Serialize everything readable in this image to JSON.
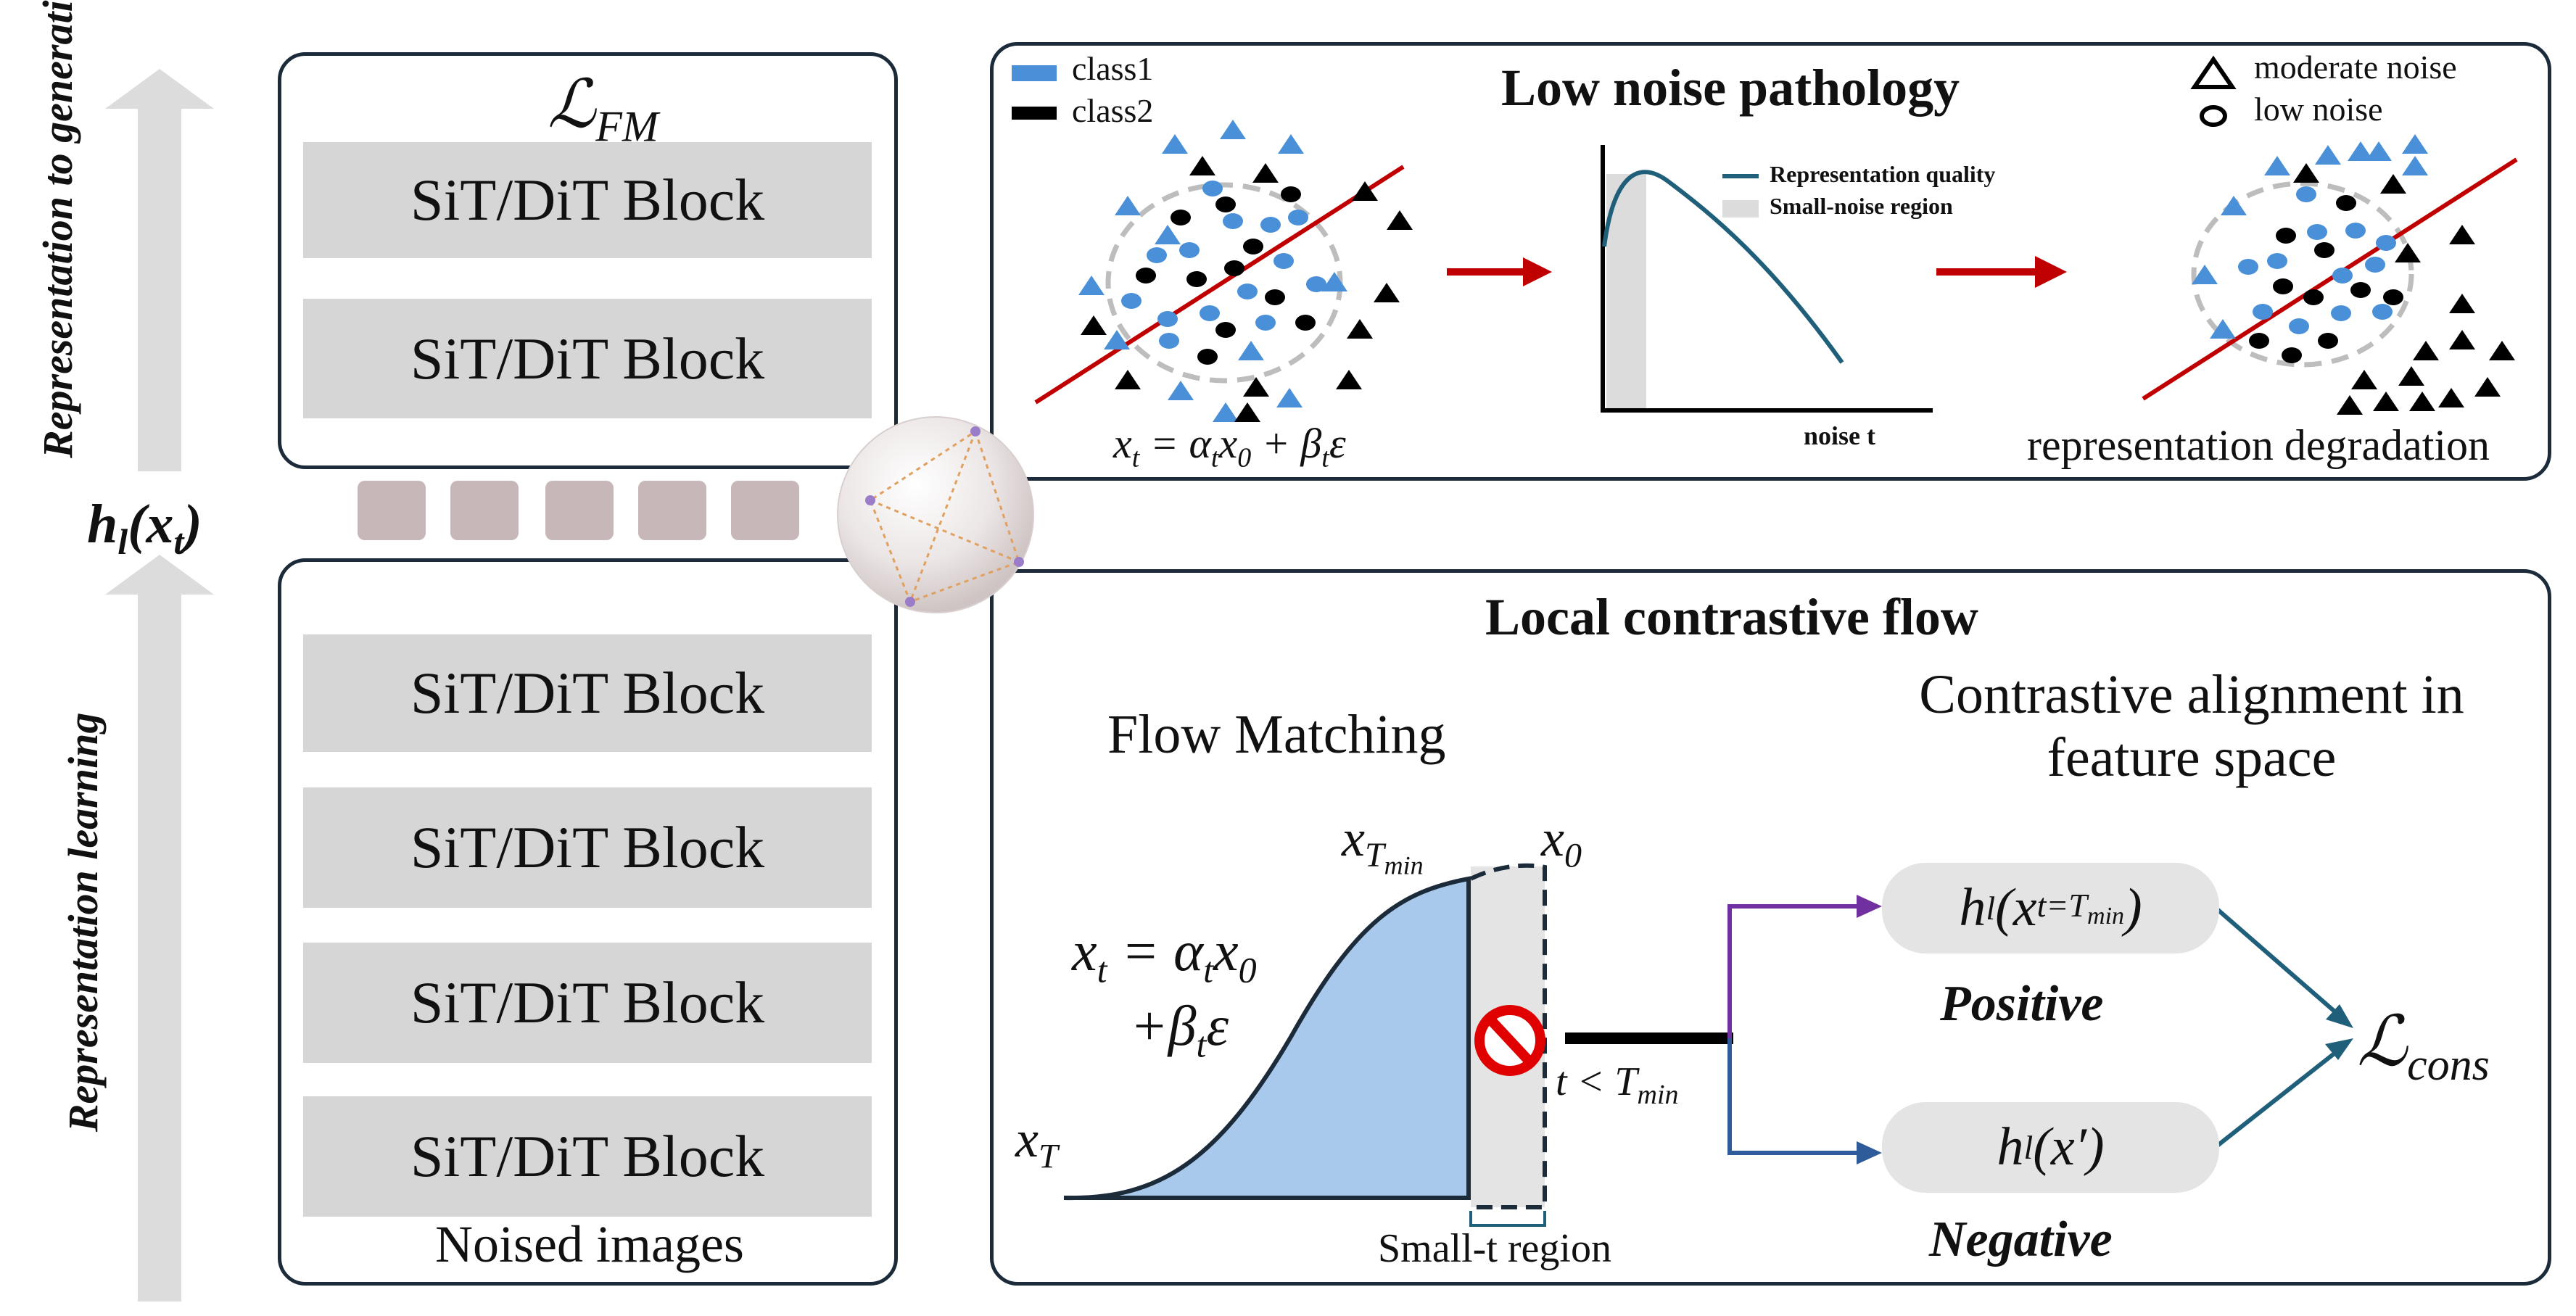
{
  "left": {
    "up_label_top": "Representation to generation",
    "up_label_bottom": "Representation learning",
    "feature": "h_l(x_t)",
    "loss_fm": "ℒ_FM",
    "blocks_top": [
      "SiT/DiT Block",
      "SiT/DiT Block"
    ],
    "blocks_bottom": [
      "SiT/DiT Block",
      "SiT/DiT Block",
      "SiT/DiT Block",
      "SiT/DiT Block"
    ],
    "noised_images": "Noised images"
  },
  "top_panel": {
    "title": "Low noise pathology",
    "legend_class1": "class1",
    "legend_class2": "class2",
    "legend_moderate": "moderate noise",
    "legend_low": "low noise",
    "equation": "x_t = α_t x_0 + β_t ε",
    "curve_legend_quality": "Representation quality",
    "curve_legend_region": "Small-noise region",
    "curve_xlabel": "noise t",
    "degradation": "representation degradation"
  },
  "bottom_panel": {
    "title": "Local contrastive flow",
    "flow_matching": "Flow Matching",
    "contrastive_line1": "Contrastive alignment in",
    "contrastive_line2": "feature space",
    "x_t_line1": "x_t = α_t x_0",
    "x_t_line2": "+β_t ε",
    "x_T": "x_T",
    "x_Tmin": "x_T_min",
    "x_0": "x_0",
    "t_less": "t < T_min",
    "small_t": "Small-t region",
    "positive_feature": "h_l(x_t=T_min)",
    "negative_feature": "h_l(x′)",
    "positive": "Positive",
    "negative": "Negative",
    "loss_cons": "ℒ_cons"
  },
  "colors": {
    "panel_border": "#1c2b3a",
    "blue_class": "#4a90d9",
    "black_class": "#000000",
    "red_line": "#c00000",
    "curve": "#1f5f7a",
    "area_fill": "#a9c9ec",
    "purple_arrow": "#7030a0",
    "blue_arrow": "#2e5c9a"
  }
}
